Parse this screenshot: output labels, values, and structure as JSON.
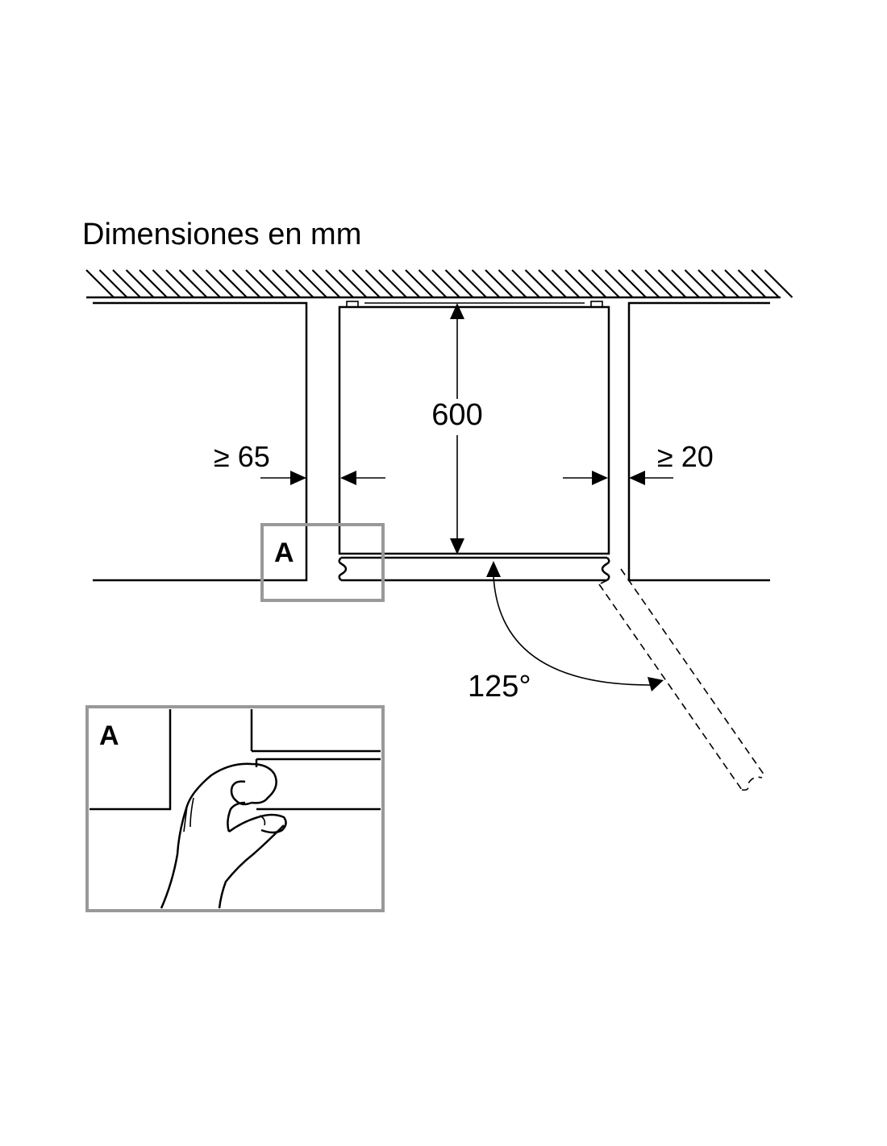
{
  "title": "Dimensiones en mm",
  "dimensions": {
    "depth": "600",
    "left_gap": "≥ 65",
    "right_gap": "≥ 20",
    "door_angle": "125°"
  },
  "detail": {
    "marker_label": "A",
    "inset_label": "A"
  },
  "colors": {
    "line": "#000000",
    "highlight_frame": "#999999"
  }
}
